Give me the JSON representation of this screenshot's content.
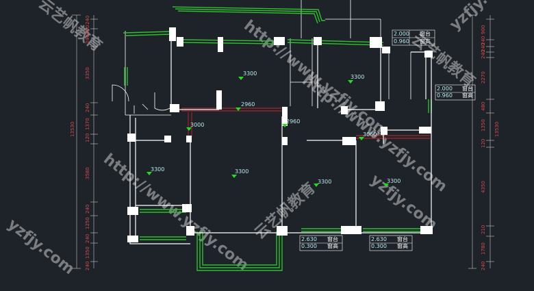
{
  "left_dimensions": {
    "overall": "13530",
    "segments": [
      "240",
      "850",
      "240",
      "3350",
      "240",
      "1370",
      "120",
      "3580",
      "240",
      "1250",
      "240",
      "1350",
      "240"
    ]
  },
  "right_dimensions": {
    "overall": "13530",
    "segments": [
      "900",
      "240",
      "240",
      "240",
      "2270",
      "480",
      "1350",
      "120",
      "4350",
      "210",
      "1780",
      "240"
    ]
  },
  "heights": [
    "3300",
    "3300",
    "2960",
    "3000",
    "2960",
    "3060",
    "3300",
    "3300",
    "3300",
    "3300"
  ],
  "windows": [
    {
      "label": "窗台",
      "sill": "2.000",
      "height_label": "窗高",
      "height": "0.960"
    },
    {
      "label": "窗台",
      "sill": "2.000",
      "height_label": "窗高",
      "height": "0.960"
    },
    {
      "label": "窗台",
      "sill": "2.630",
      "height_label": "窗高",
      "height": "0.300"
    },
    {
      "label": "窗台",
      "sill": "2.630",
      "height_label": "窗高",
      "height": "0.300"
    }
  ],
  "watermarks": {
    "url": "http://www.yzfjy.com",
    "name": "云艺帆教育",
    "short": "yzfjy.com"
  },
  "colors": {
    "background": "#1e232a",
    "wall": "#ffffff",
    "window": "#2fbf2f",
    "dimension": "#d24a4a",
    "beam": "#c42828",
    "marker": "#22dd22"
  }
}
